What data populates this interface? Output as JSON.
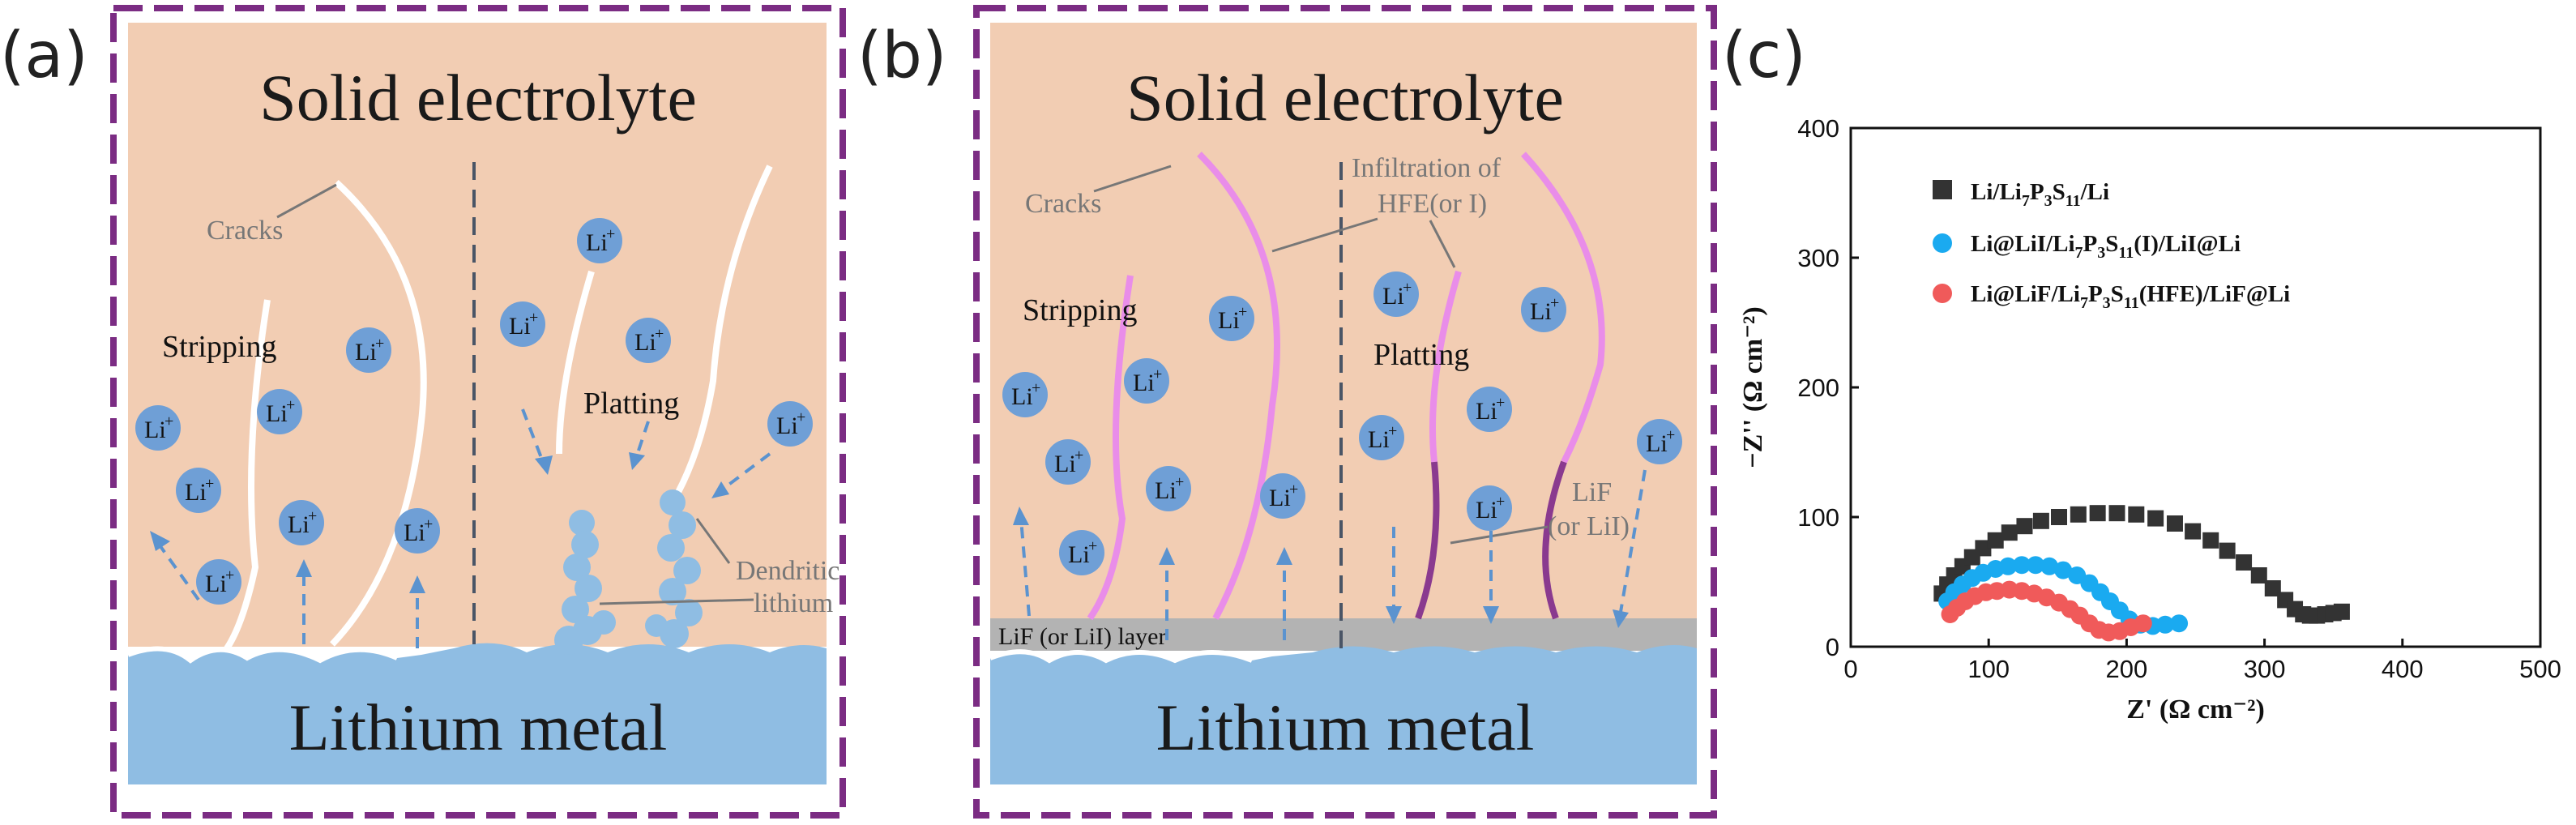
{
  "panel_a": {
    "letter": "(a)",
    "title": "Solid electrolyte",
    "bottom": "Lithium metal",
    "cracks": "Cracks",
    "stripping": "Stripping",
    "platting": "Platting",
    "dendritic_1": "Dendritic",
    "dendritic_2": "lithium",
    "ion_main": "Li",
    "ion_sup": "+"
  },
  "panel_b": {
    "letter": "(b)",
    "title": "Solid electrolyte",
    "bottom": "Lithium metal",
    "cracks": "Cracks",
    "stripping": "Stripping",
    "platting": "Platting",
    "infil_1": "Infiltration of",
    "infil_2": "HFE(or I)",
    "lif_1": "LiF",
    "lif_2": "(or LiI)",
    "layer": "LiF (or LiI) layer",
    "ion_main": "Li",
    "ion_sup": "+"
  },
  "panel_c": {
    "letter": "(c)"
  },
  "colors": {
    "frame": "#7b2c83",
    "electrolyte": "#f2cdb3",
    "lithium": "#8fbde3",
    "ion": "#6f9fd6",
    "crack_pink": "#e98de9",
    "crack_dark": "#8a3a8f",
    "layer": "#b3b3b3",
    "series_black": "#333333",
    "series_blue": "#1aaaf0",
    "series_red": "#f05a5a"
  },
  "chart_data": {
    "type": "scatter",
    "xlabel": "Z' (Ω cm⁻²)",
    "ylabel": "−Z'' (Ω cm⁻²)",
    "xlim": [
      0,
      500
    ],
    "ylim": [
      0,
      400
    ],
    "xticks": [
      0,
      100,
      200,
      300,
      400,
      500
    ],
    "yticks": [
      0,
      100,
      200,
      300,
      400
    ],
    "legend_placement": "top-left",
    "series": [
      {
        "name": "Li/Li7P3S11/Li",
        "marker": "square",
        "color": "#333333",
        "x": [
          66,
          70,
          75,
          81,
          88,
          96,
          105,
          115,
          126,
          138,
          151,
          165,
          179,
          193,
          207,
          221,
          235,
          248,
          261,
          273,
          285,
          296,
          306,
          315,
          322,
          328,
          333,
          338,
          344,
          350,
          356
        ],
        "y": [
          41,
          48,
          55,
          62,
          69,
          76,
          82,
          88,
          93,
          97,
          100,
          102,
          103,
          103,
          102,
          99,
          95,
          89,
          82,
          74,
          65,
          55,
          45,
          36,
          29,
          25,
          24,
          24,
          25,
          26,
          27
        ]
      },
      {
        "name": "Li@LiI/Li7P3S11(I)/LiI@Li",
        "marker": "circle",
        "color": "#1aaaf0",
        "x": [
          70,
          75,
          81,
          88,
          96,
          105,
          114,
          124,
          134,
          144,
          154,
          164,
          173,
          181,
          188,
          195,
          202,
          210,
          219,
          228,
          238
        ],
        "y": [
          35,
          42,
          48,
          53,
          57,
          60,
          62,
          63,
          63,
          62,
          59,
          55,
          49,
          42,
          35,
          28,
          21,
          17,
          16,
          17,
          18
        ]
      },
      {
        "name": "Li@LiF/Li7P3S11(HFE)/LiF@Li",
        "marker": "circle",
        "color": "#f05a5a",
        "x": [
          72,
          77,
          83,
          90,
          98,
          106,
          115,
          124,
          133,
          142,
          151,
          159,
          166,
          173,
          180,
          187,
          195,
          203,
          212
        ],
        "y": [
          25,
          30,
          35,
          39,
          42,
          43,
          44,
          43,
          41,
          38,
          34,
          29,
          24,
          18,
          13,
          11,
          12,
          15,
          18
        ]
      }
    ]
  }
}
